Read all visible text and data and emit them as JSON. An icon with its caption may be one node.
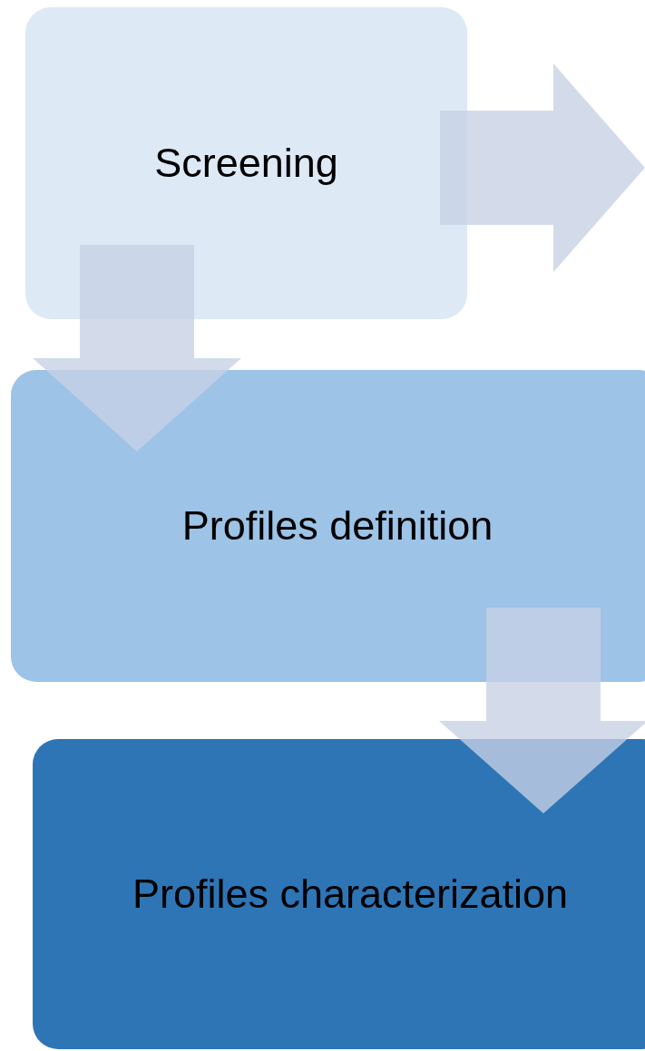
{
  "diagram": {
    "nodes": [
      {
        "text": [
          "Screening"
        ]
      },
      {
        "text": [
          "Profiles definition"
        ]
      },
      {
        "text": [
          "Profiles characterization"
        ]
      }
    ],
    "edges": [
      {
        "from": 0,
        "to": null,
        "arrow": "to"
      },
      {
        "from": 0,
        "to": 1,
        "arrow": "to"
      },
      {
        "from": 1,
        "to": 2,
        "arrow": "to"
      }
    ]
  }
}
